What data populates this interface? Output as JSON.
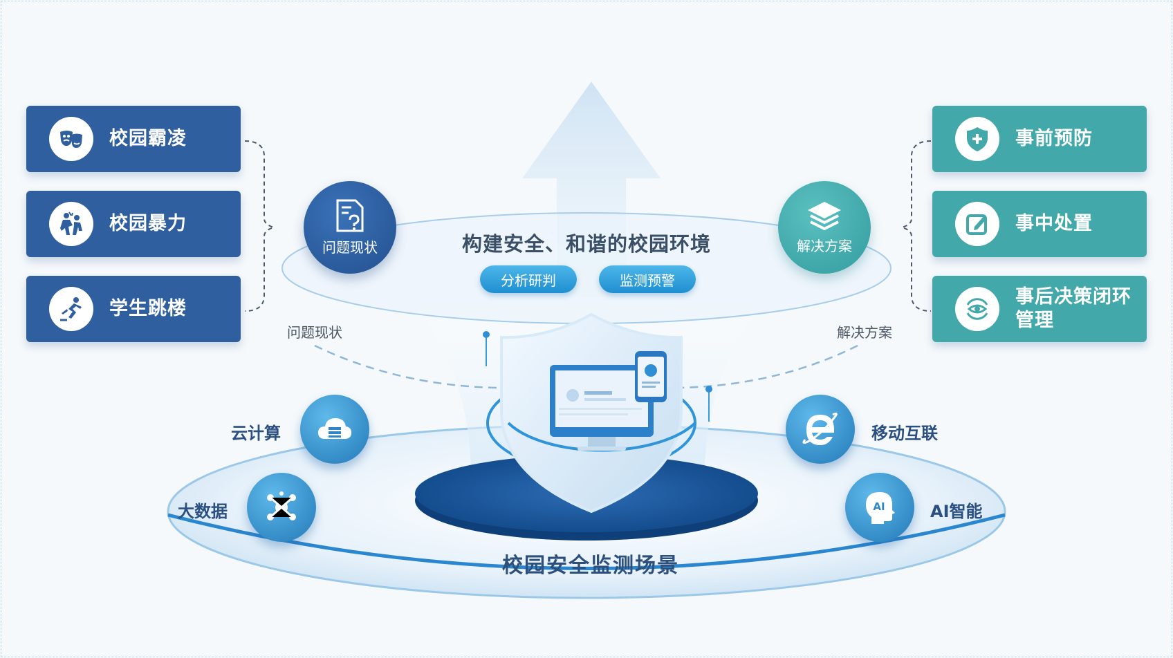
{
  "left_cards": [
    {
      "label": "校园霸凌",
      "icon": "theater-masks-icon"
    },
    {
      "label": "校园暴力",
      "icon": "violence-icon"
    },
    {
      "label": "学生跳楼",
      "icon": "falling-person-icon"
    }
  ],
  "right_cards": [
    {
      "label": "事前预防",
      "icon": "shield-plus-icon"
    },
    {
      "label": "事中处置",
      "icon": "edit-icon"
    },
    {
      "label": "事后决策闭环管理",
      "icon": "eye-cycle-icon"
    }
  ],
  "left_hub": {
    "label": "问题现状",
    "icon": "document-question-icon"
  },
  "right_hub": {
    "label": "解决方案",
    "icon": "layers-icon"
  },
  "main_title": "构建安全、和谐的校园环境",
  "pills": [
    "分析研判",
    "监测预警"
  ],
  "side_labels": {
    "left": "问题现状",
    "right": "解决方案"
  },
  "tech": [
    {
      "label": "云计算",
      "icon": "cloud-server-icon"
    },
    {
      "label": "大数据",
      "icon": "network-nodes-icon"
    },
    {
      "label": "移动互联",
      "icon": "internet-e-icon"
    },
    {
      "label": "AI智能",
      "icon": "ai-head-icon"
    }
  ],
  "base_title": "校园安全监测场景",
  "colors": {
    "blue": "#2f5f9e",
    "teal": "#43a8a9",
    "accent": "#1f8fd0"
  }
}
